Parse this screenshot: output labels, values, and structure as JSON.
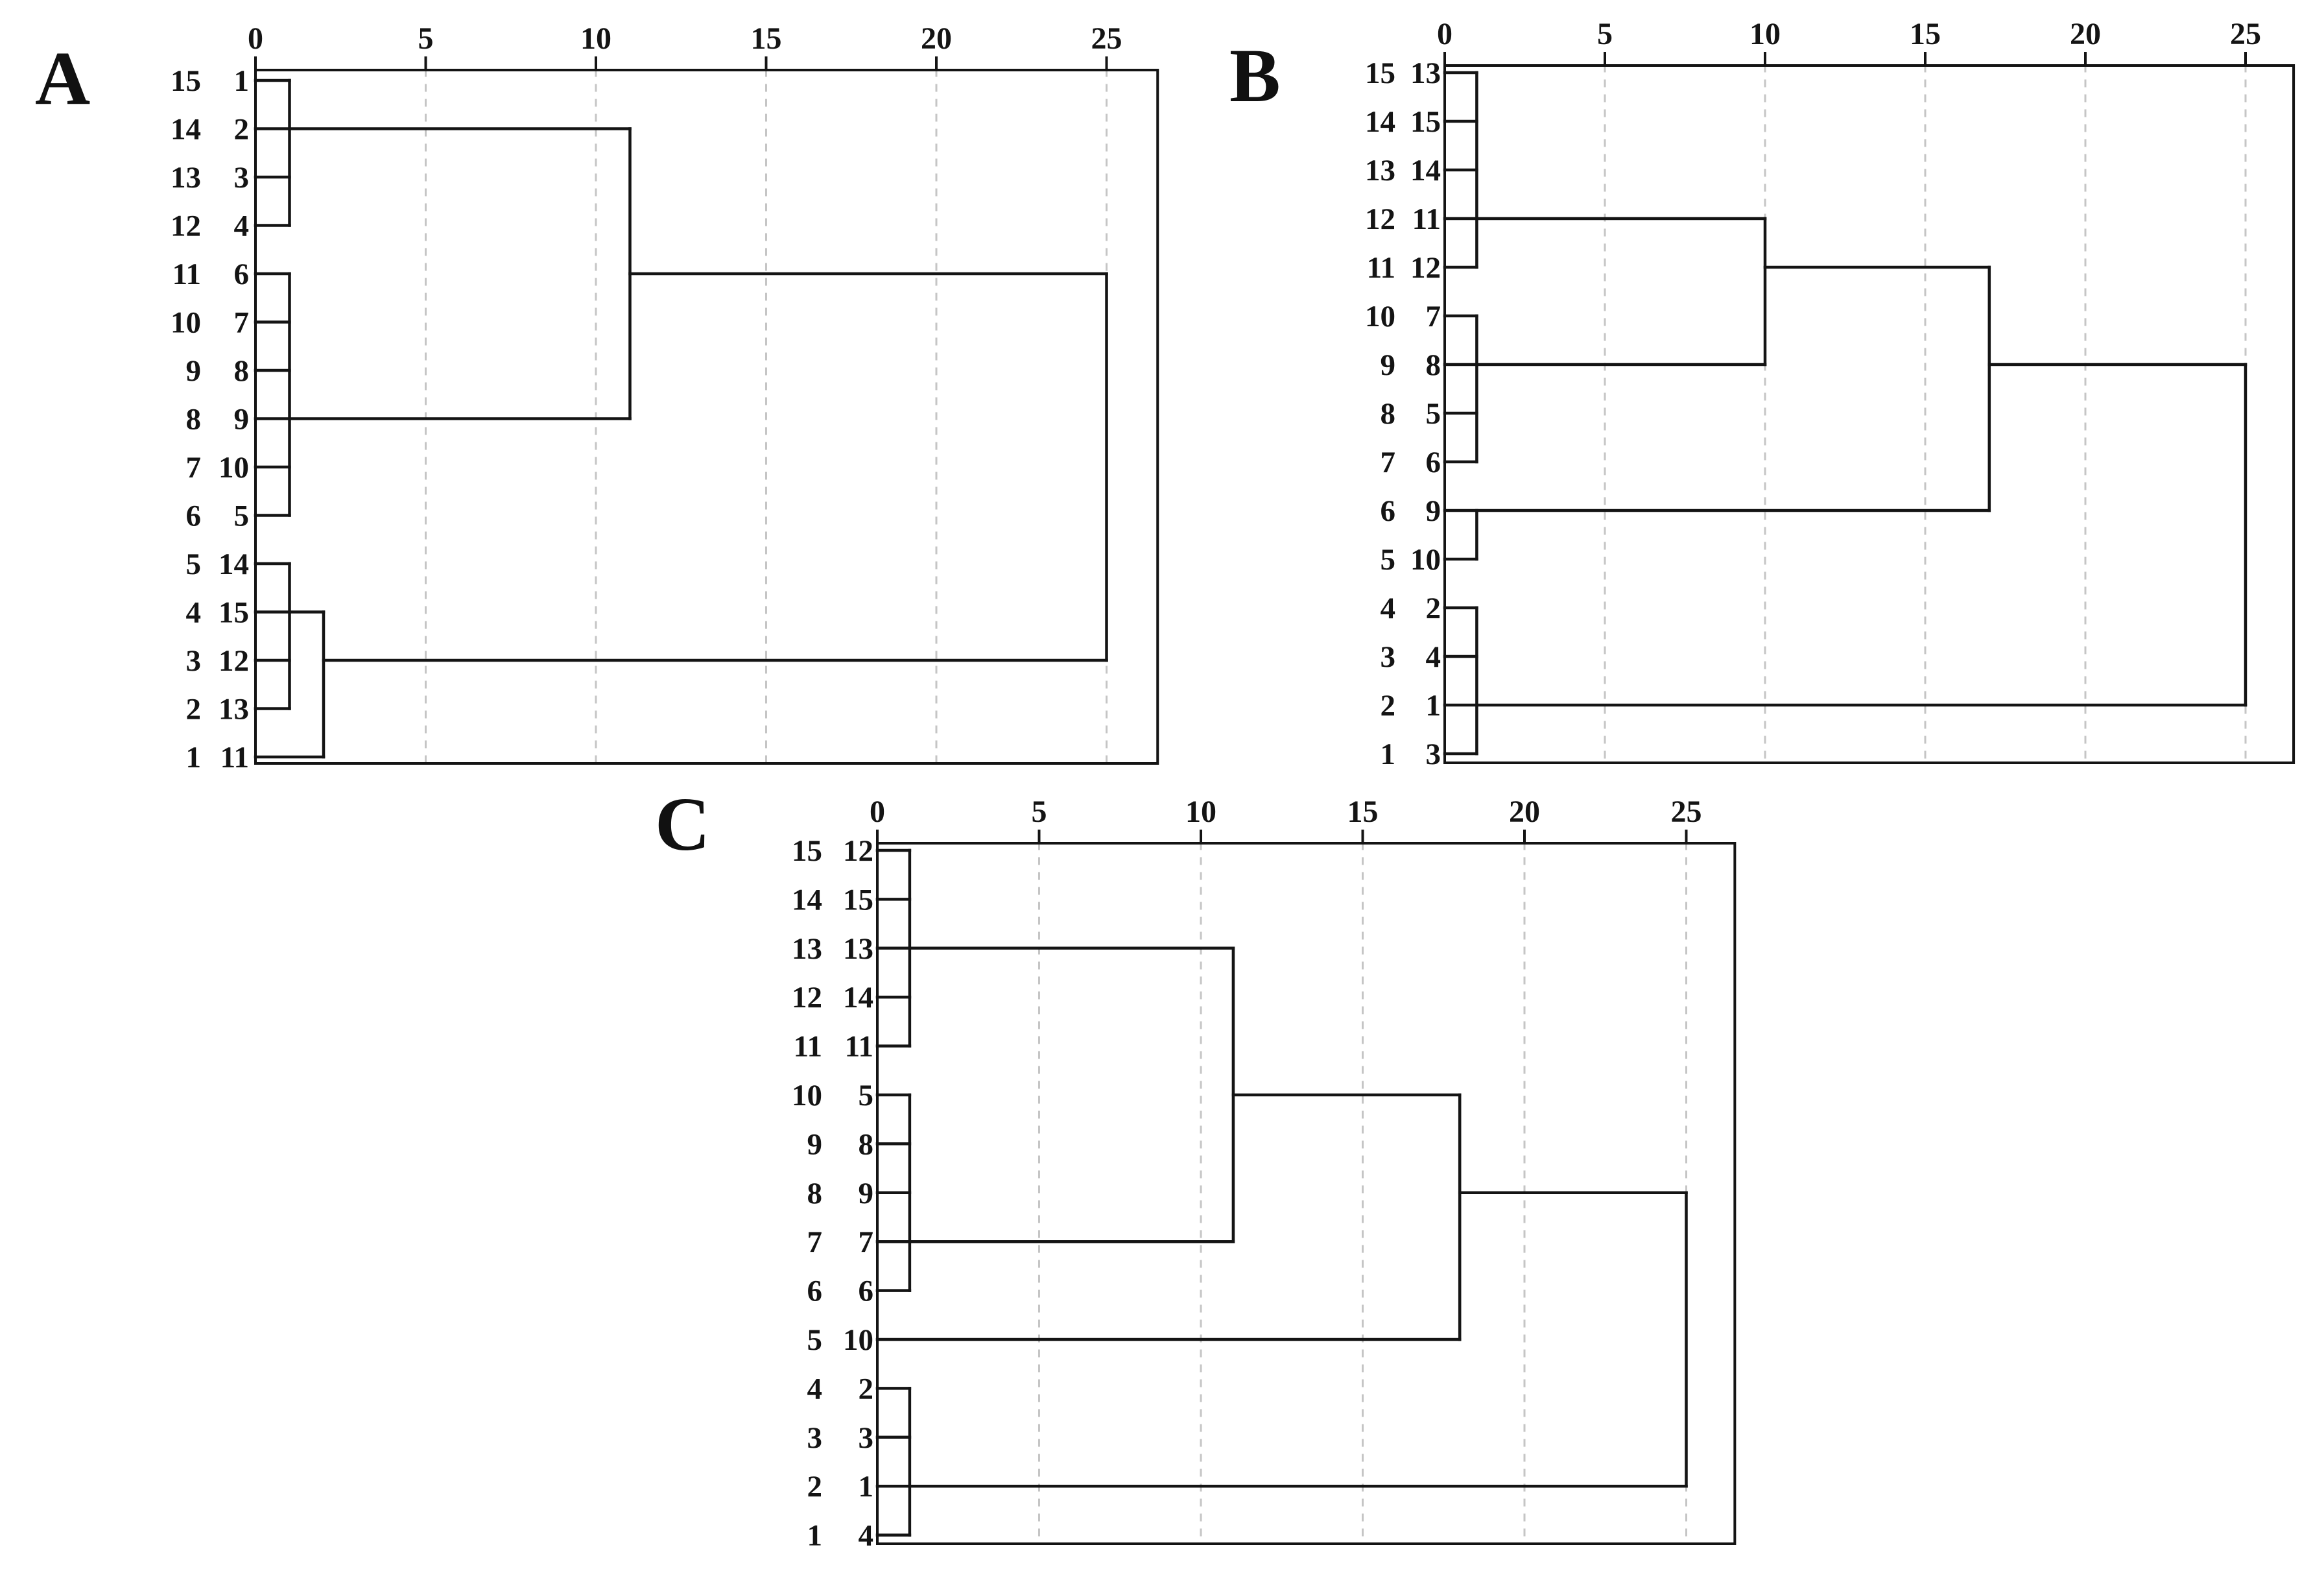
{
  "figure": {
    "background_color": "#ffffff",
    "line_color": "#141414",
    "gridline_color": "#c5c5c5",
    "panels": [
      "A",
      "B",
      "C"
    ]
  },
  "chart_data": [
    {
      "type": "dendrogram",
      "panel_label": "A",
      "orientation": "horizontal",
      "x_axis": {
        "ticks": [
          "0",
          "5",
          "10",
          "15",
          "20",
          "25"
        ],
        "tick_values": [
          0,
          5,
          10,
          15,
          20,
          25
        ],
        "range": [
          0,
          26.5
        ],
        "gridlines_at": [
          5,
          10,
          15,
          20,
          25
        ],
        "gridline_style": "dashed",
        "axis_position": "top"
      },
      "rows": [
        {
          "position": "15",
          "leaf": "1"
        },
        {
          "position": "14",
          "leaf": "2"
        },
        {
          "position": "13",
          "leaf": "3"
        },
        {
          "position": "12",
          "leaf": "4"
        },
        {
          "position": "11",
          "leaf": "6"
        },
        {
          "position": "10",
          "leaf": "7"
        },
        {
          "position": "9",
          "leaf": "8"
        },
        {
          "position": "8",
          "leaf": "9"
        },
        {
          "position": "7",
          "leaf": "10"
        },
        {
          "position": "6",
          "leaf": "5"
        },
        {
          "position": "5",
          "leaf": "14"
        },
        {
          "position": "4",
          "leaf": "15"
        },
        {
          "position": "3",
          "leaf": "12"
        },
        {
          "position": "2",
          "leaf": "13"
        },
        {
          "position": "1",
          "leaf": "11"
        }
      ],
      "merges": [
        {
          "members": "1,2,3,4",
          "distance": 1
        },
        {
          "members": "6,7,8,9,10,5",
          "distance": 1
        },
        {
          "members": "14,15,12,13",
          "distance": 1
        },
        {
          "members": "(14,15,12,13)+11",
          "distance": 2
        },
        {
          "members": "(1,2,3,4)+(6,7,8,9,10,5)",
          "distance": 11
        },
        {
          "members": "all",
          "distance": 25
        }
      ],
      "segments": {
        "h": [
          [
            15,
            0,
            1
          ],
          [
            14,
            0,
            11
          ],
          [
            13,
            0,
            1
          ],
          [
            12,
            0,
            1
          ],
          [
            11,
            0,
            1
          ],
          [
            11,
            11,
            25
          ],
          [
            10,
            0,
            1
          ],
          [
            9,
            0,
            1
          ],
          [
            8,
            0,
            11
          ],
          [
            7,
            0,
            1
          ],
          [
            6,
            0,
            1
          ],
          [
            5,
            0,
            1
          ],
          [
            4,
            0,
            2
          ],
          [
            3,
            0,
            1
          ],
          [
            3,
            2,
            25
          ],
          [
            2,
            0,
            1
          ],
          [
            1,
            0,
            2
          ]
        ],
        "v": [
          [
            1,
            15,
            12
          ],
          [
            1,
            11,
            6
          ],
          [
            1,
            5,
            2
          ],
          [
            2,
            4,
            1
          ],
          [
            11,
            14,
            8
          ],
          [
            25,
            11,
            3
          ]
        ]
      }
    },
    {
      "type": "dendrogram",
      "panel_label": "B",
      "orientation": "horizontal",
      "x_axis": {
        "ticks": [
          "0",
          "5",
          "10",
          "15",
          "20",
          "25"
        ],
        "tick_values": [
          0,
          5,
          10,
          15,
          20,
          25
        ],
        "range": [
          0,
          26.5
        ],
        "gridlines_at": [
          5,
          10,
          15,
          20,
          25
        ],
        "gridline_style": "dashed",
        "axis_position": "top"
      },
      "rows": [
        {
          "position": "15",
          "leaf": "13"
        },
        {
          "position": "14",
          "leaf": "15"
        },
        {
          "position": "13",
          "leaf": "14"
        },
        {
          "position": "12",
          "leaf": "11"
        },
        {
          "position": "11",
          "leaf": "12"
        },
        {
          "position": "10",
          "leaf": "7"
        },
        {
          "position": "9",
          "leaf": "8"
        },
        {
          "position": "8",
          "leaf": "5"
        },
        {
          "position": "7",
          "leaf": "6"
        },
        {
          "position": "6",
          "leaf": "9"
        },
        {
          "position": "5",
          "leaf": "10"
        },
        {
          "position": "4",
          "leaf": "2"
        },
        {
          "position": "3",
          "leaf": "4"
        },
        {
          "position": "2",
          "leaf": "1"
        },
        {
          "position": "1",
          "leaf": "3"
        }
      ],
      "merges": [
        {
          "members": "13,15,14,11,12",
          "distance": 1
        },
        {
          "members": "7,8,5,6",
          "distance": 1
        },
        {
          "members": "9,10",
          "distance": 1
        },
        {
          "members": "2,4,1,3",
          "distance": 1
        },
        {
          "members": "(13,15,14,11,12)+(7,8,5,6)",
          "distance": 10
        },
        {
          "members": "+(9,10)",
          "distance": 17
        },
        {
          "members": "all",
          "distance": 25
        }
      ],
      "segments": {
        "h": [
          [
            15,
            0,
            1
          ],
          [
            14,
            0,
            1
          ],
          [
            13,
            0,
            1
          ],
          [
            12,
            0,
            10
          ],
          [
            11,
            0,
            1
          ],
          [
            11,
            10,
            17
          ],
          [
            10,
            0,
            1
          ],
          [
            9,
            0,
            10
          ],
          [
            9,
            17,
            25
          ],
          [
            8,
            0,
            1
          ],
          [
            7,
            0,
            1
          ],
          [
            6,
            0,
            17
          ],
          [
            5,
            0,
            1
          ],
          [
            4,
            0,
            1
          ],
          [
            3,
            0,
            1
          ],
          [
            2,
            0,
            25
          ],
          [
            1,
            0,
            1
          ]
        ],
        "v": [
          [
            1,
            15,
            11
          ],
          [
            1,
            10,
            7
          ],
          [
            1,
            6,
            5
          ],
          [
            1,
            4,
            1
          ],
          [
            10,
            12,
            9
          ],
          [
            17,
            11,
            6
          ],
          [
            25,
            9,
            2
          ]
        ]
      }
    },
    {
      "type": "dendrogram",
      "panel_label": "C",
      "orientation": "horizontal",
      "x_axis": {
        "ticks": [
          "0",
          "5",
          "10",
          "15",
          "20",
          "25"
        ],
        "tick_values": [
          0,
          5,
          10,
          15,
          20,
          25
        ],
        "range": [
          0,
          26.5
        ],
        "gridlines_at": [
          5,
          10,
          15,
          20,
          25
        ],
        "gridline_style": "dashed",
        "axis_position": "top"
      },
      "rows": [
        {
          "position": "15",
          "leaf": "12"
        },
        {
          "position": "14",
          "leaf": "15"
        },
        {
          "position": "13",
          "leaf": "13"
        },
        {
          "position": "12",
          "leaf": "14"
        },
        {
          "position": "11",
          "leaf": "11"
        },
        {
          "position": "10",
          "leaf": "5"
        },
        {
          "position": "9",
          "leaf": "8"
        },
        {
          "position": "8",
          "leaf": "9"
        },
        {
          "position": "7",
          "leaf": "7"
        },
        {
          "position": "6",
          "leaf": "6"
        },
        {
          "position": "5",
          "leaf": "10"
        },
        {
          "position": "4",
          "leaf": "2"
        },
        {
          "position": "3",
          "leaf": "3"
        },
        {
          "position": "2",
          "leaf": "1"
        },
        {
          "position": "1",
          "leaf": "4"
        }
      ],
      "merges": [
        {
          "members": "12,15,13,14,11",
          "distance": 1
        },
        {
          "members": "5,8,9,7,6",
          "distance": 1
        },
        {
          "members": "2,3,1,4",
          "distance": 1
        },
        {
          "members": "(12,15,13,14,11)+(5,8,9,7,6)",
          "distance": 11
        },
        {
          "members": "+10",
          "distance": 18
        },
        {
          "members": "all",
          "distance": 25
        }
      ],
      "segments": {
        "h": [
          [
            15,
            0,
            1
          ],
          [
            14,
            0,
            1
          ],
          [
            13,
            0,
            11
          ],
          [
            12,
            0,
            1
          ],
          [
            11,
            0,
            1
          ],
          [
            10,
            0,
            1
          ],
          [
            10,
            11,
            18
          ],
          [
            9,
            0,
            1
          ],
          [
            8,
            0,
            1
          ],
          [
            8,
            18,
            25
          ],
          [
            7,
            0,
            11
          ],
          [
            6,
            0,
            1
          ],
          [
            5,
            0,
            18
          ],
          [
            4,
            0,
            1
          ],
          [
            3,
            0,
            1
          ],
          [
            2,
            0,
            25
          ],
          [
            1,
            0,
            1
          ]
        ],
        "v": [
          [
            1,
            15,
            11
          ],
          [
            1,
            10,
            6
          ],
          [
            1,
            4,
            1
          ],
          [
            11,
            13,
            7
          ],
          [
            18,
            10,
            5
          ],
          [
            25,
            8,
            2
          ]
        ]
      }
    }
  ]
}
